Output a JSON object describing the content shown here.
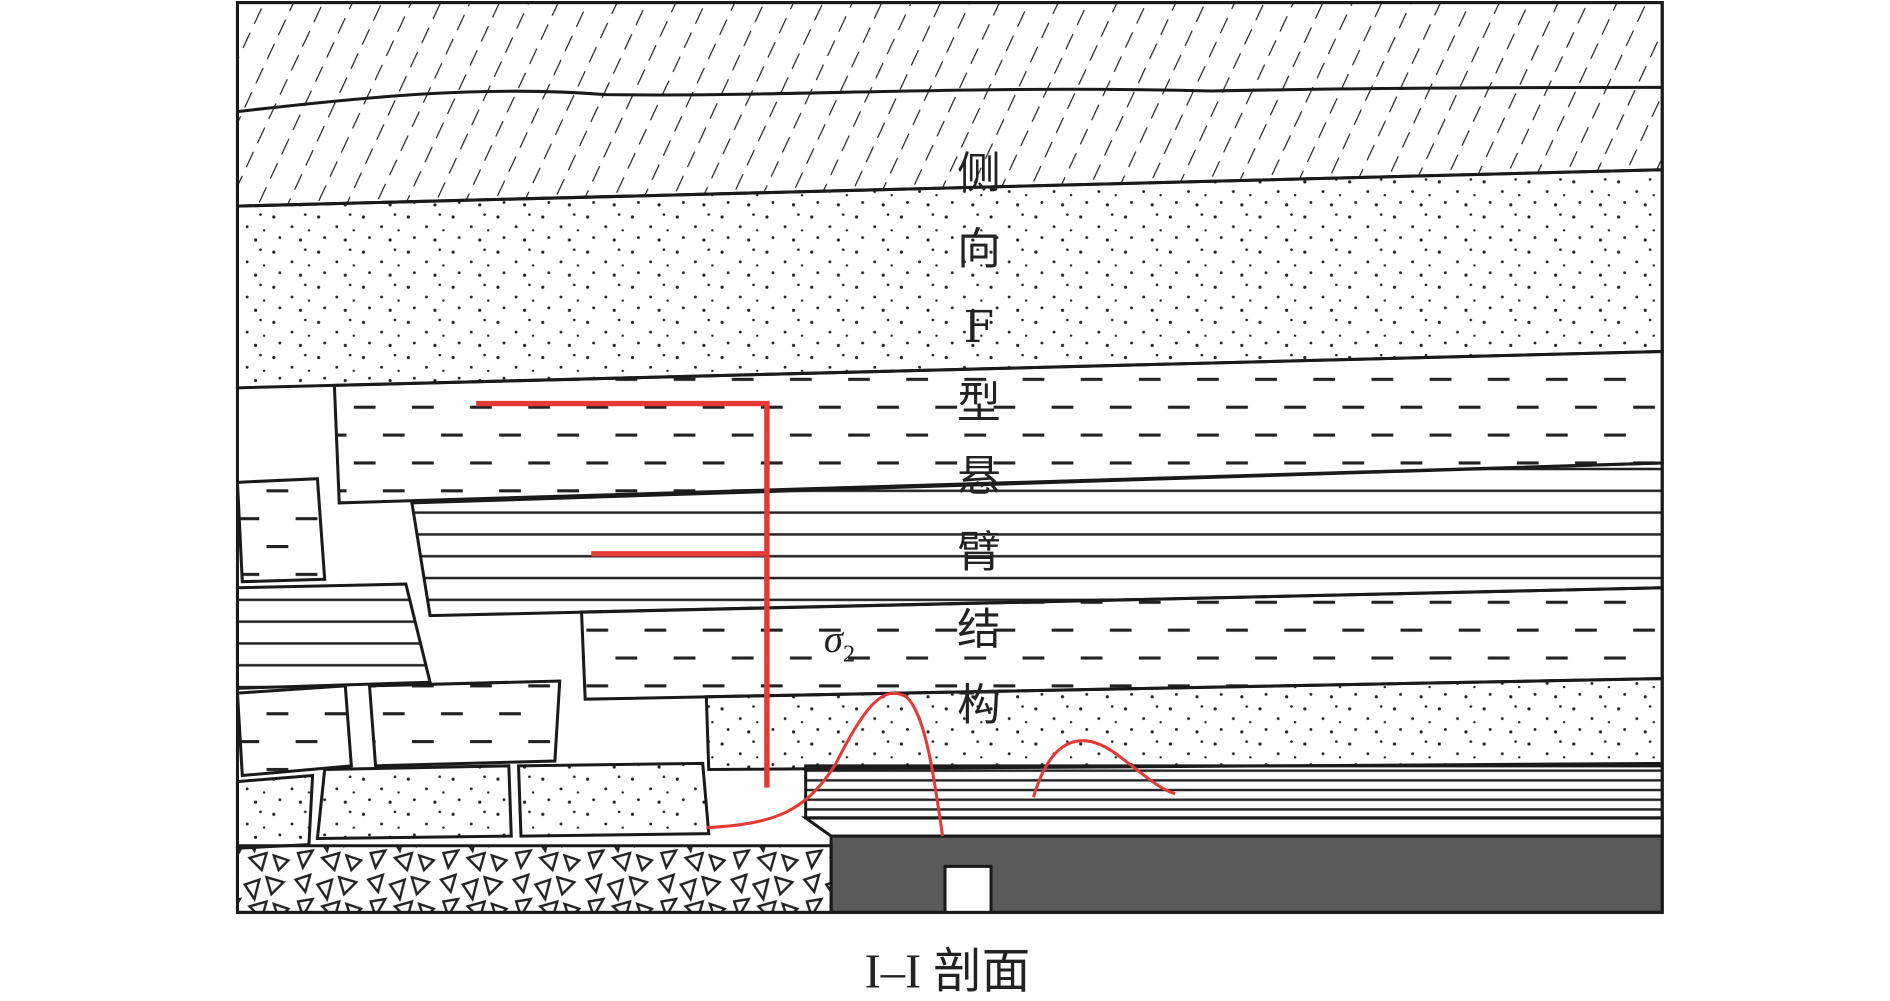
{
  "diagram": {
    "vertical_label": [
      "侧",
      "向",
      "F",
      "型",
      "悬",
      "臂",
      "结",
      "构"
    ],
    "stress_label": {
      "symbol": "σ",
      "subscript": "2"
    },
    "caption": "I–I 剖面",
    "colors": {
      "stress": "#e53935",
      "roadway": "#5a5a5c",
      "line": "#1a1a1a"
    }
  }
}
